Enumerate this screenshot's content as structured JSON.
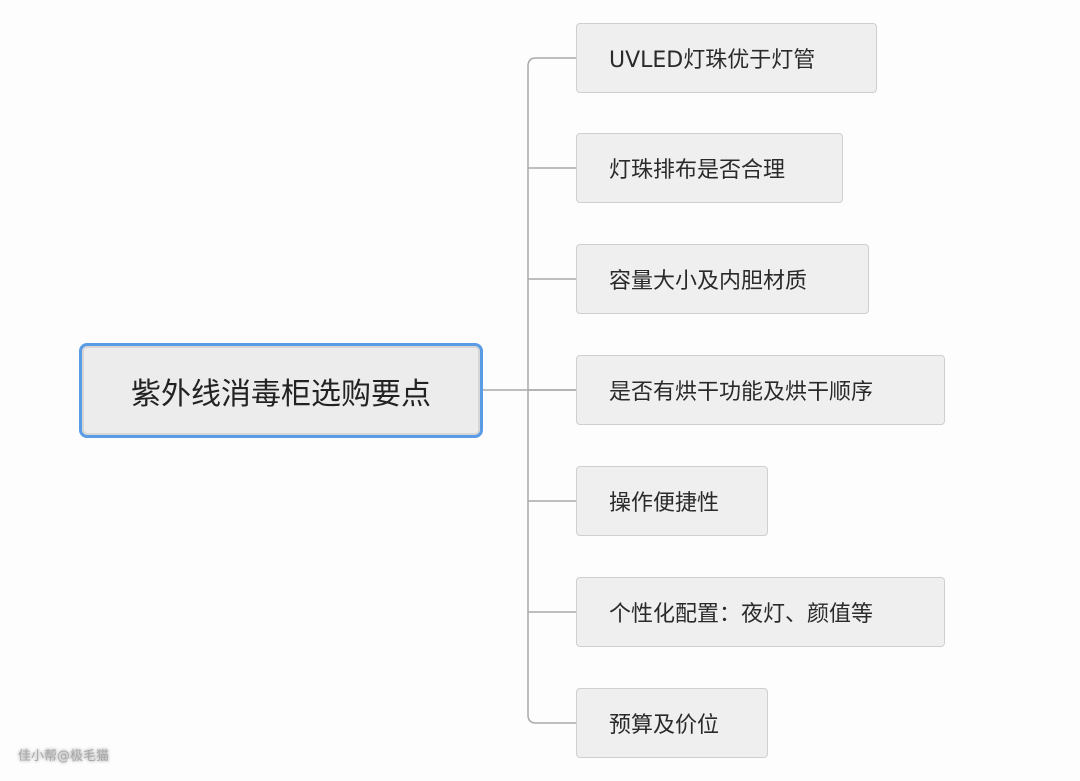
{
  "root": {
    "label": "紫外线消毒柜选购要点"
  },
  "children": [
    {
      "label": "UVLED灯珠优于灯管"
    },
    {
      "label": "灯珠排布是否合理"
    },
    {
      "label": "容量大小及内胆材质"
    },
    {
      "label": "是否有烘干功能及烘干顺序"
    },
    {
      "label": "操作便捷性"
    },
    {
      "label": "个性化配置：夜灯、颜值等"
    },
    {
      "label": "预算及价位"
    }
  ],
  "watermark": "佳小帮@极毛猫",
  "colors": {
    "root_border": "#5a9be6",
    "line": "#aaaaaa"
  }
}
